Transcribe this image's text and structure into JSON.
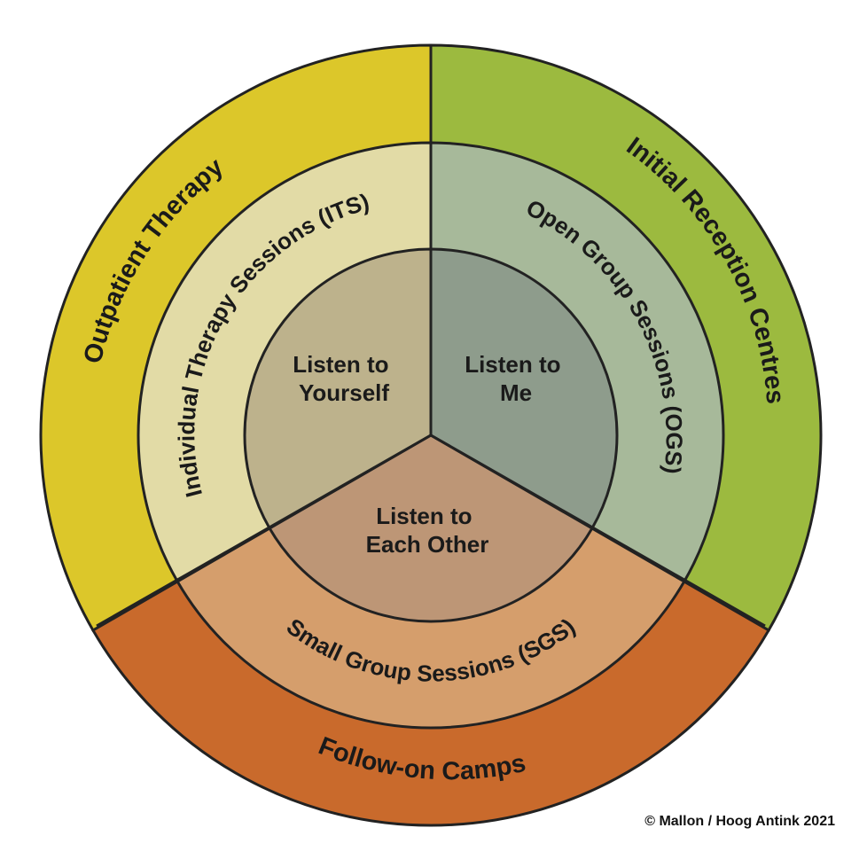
{
  "diagram": {
    "outer": [
      {
        "label": "Outpatient Therapy",
        "color": "#dcc72a"
      },
      {
        "label": "Initial Reception Centres",
        "color": "#9cba3f"
      },
      {
        "label": "Follow-on Camps",
        "color": "#c96a2c"
      }
    ],
    "middle": [
      {
        "label": "Individual Therapy Sessions (ITS)",
        "color": "#e2dba6"
      },
      {
        "label": "Open Group Sessions (OGS)",
        "color": "#a7b99a"
      },
      {
        "label": "Small Group Sessions (SGS)",
        "color": "#d59e6c"
      }
    ],
    "core": [
      {
        "line1": "Listen to",
        "line2": "Yourself",
        "color": "#bdb28c"
      },
      {
        "line1": "Listen to",
        "line2": "Me",
        "color": "#8e9c8c"
      },
      {
        "line1": "Listen to",
        "line2": "Each Other",
        "color": "#bd9676"
      }
    ],
    "outline_color": "#222222"
  },
  "footer": {
    "copyright": "© Mallon / Hoog Antink 2021"
  }
}
